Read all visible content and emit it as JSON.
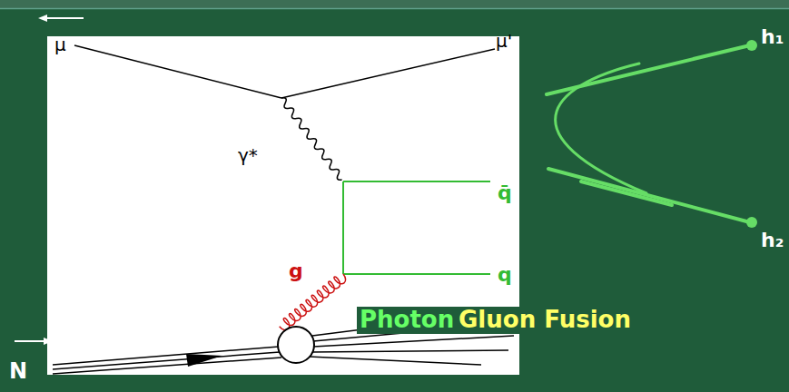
{
  "diagram": {
    "labels": [
      "μ",
      "μ'",
      "γ*",
      "q̄",
      "g",
      "q",
      "h₁",
      "h₂",
      "Photon",
      "Gluon Fusion",
      "N"
    ]
  }
}
